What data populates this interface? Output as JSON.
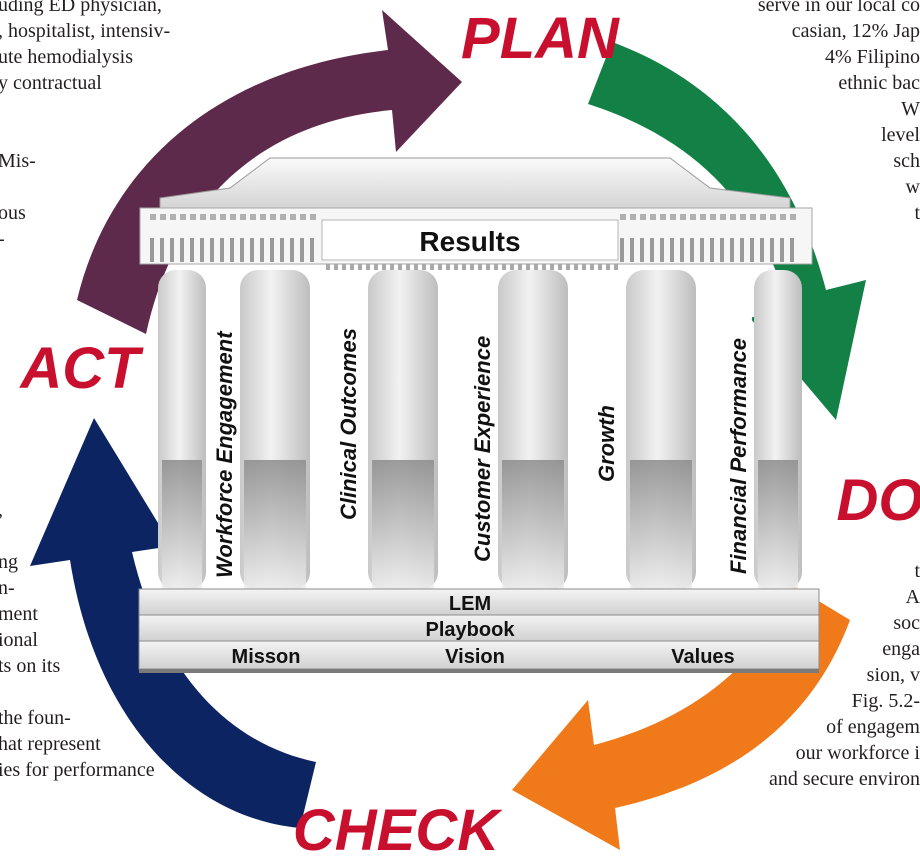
{
  "diagram": {
    "phases": {
      "plan": "PLAN",
      "do": "DO",
      "check": "CHECK",
      "act": "ACT"
    },
    "colors": {
      "plan_arrow": "#5e2a4b",
      "do_arrow": "#138045",
      "check_arrow": "#f07a1a",
      "act_arrow": "#0c2461",
      "phase_text": "#c8102e"
    },
    "temple": {
      "header": "Results",
      "pillars": [
        "Workforce Engagement",
        "Clinical Outcomes",
        "Customer Experience",
        "Growth",
        "Financial Performance"
      ],
      "bands": {
        "lem": "LEM",
        "playbook": "Playbook",
        "mission": "Misson",
        "vision": "Vision",
        "values": "Values"
      }
    }
  },
  "background_text": {
    "left_top": [
      "uding ED physician,",
      ", hospitalist, intensiv-",
      "ute hemodialysis",
      "y contractual",
      "",
      "",
      "Mis-",
      "",
      "ous",
      "-"
    ],
    "right_top": [
      "serve in our local co",
      "casian, 12% Jap",
      "4% Filipino",
      "ethnic bac",
      "W",
      "level",
      "sch",
      "w",
      "t"
    ],
    "left_bottom": [
      ",",
      "",
      "ng",
      "n-",
      "ment",
      "ional",
      "ts on its",
      "",
      "the foun-",
      "hat represent",
      "ies for performance"
    ],
    "right_bottom": [
      "t",
      "A",
      "soc",
      "enga",
      "sion, v",
      "Fig. 5.2-",
      "of engagem",
      "our workforce i",
      "and secure environ"
    ]
  }
}
